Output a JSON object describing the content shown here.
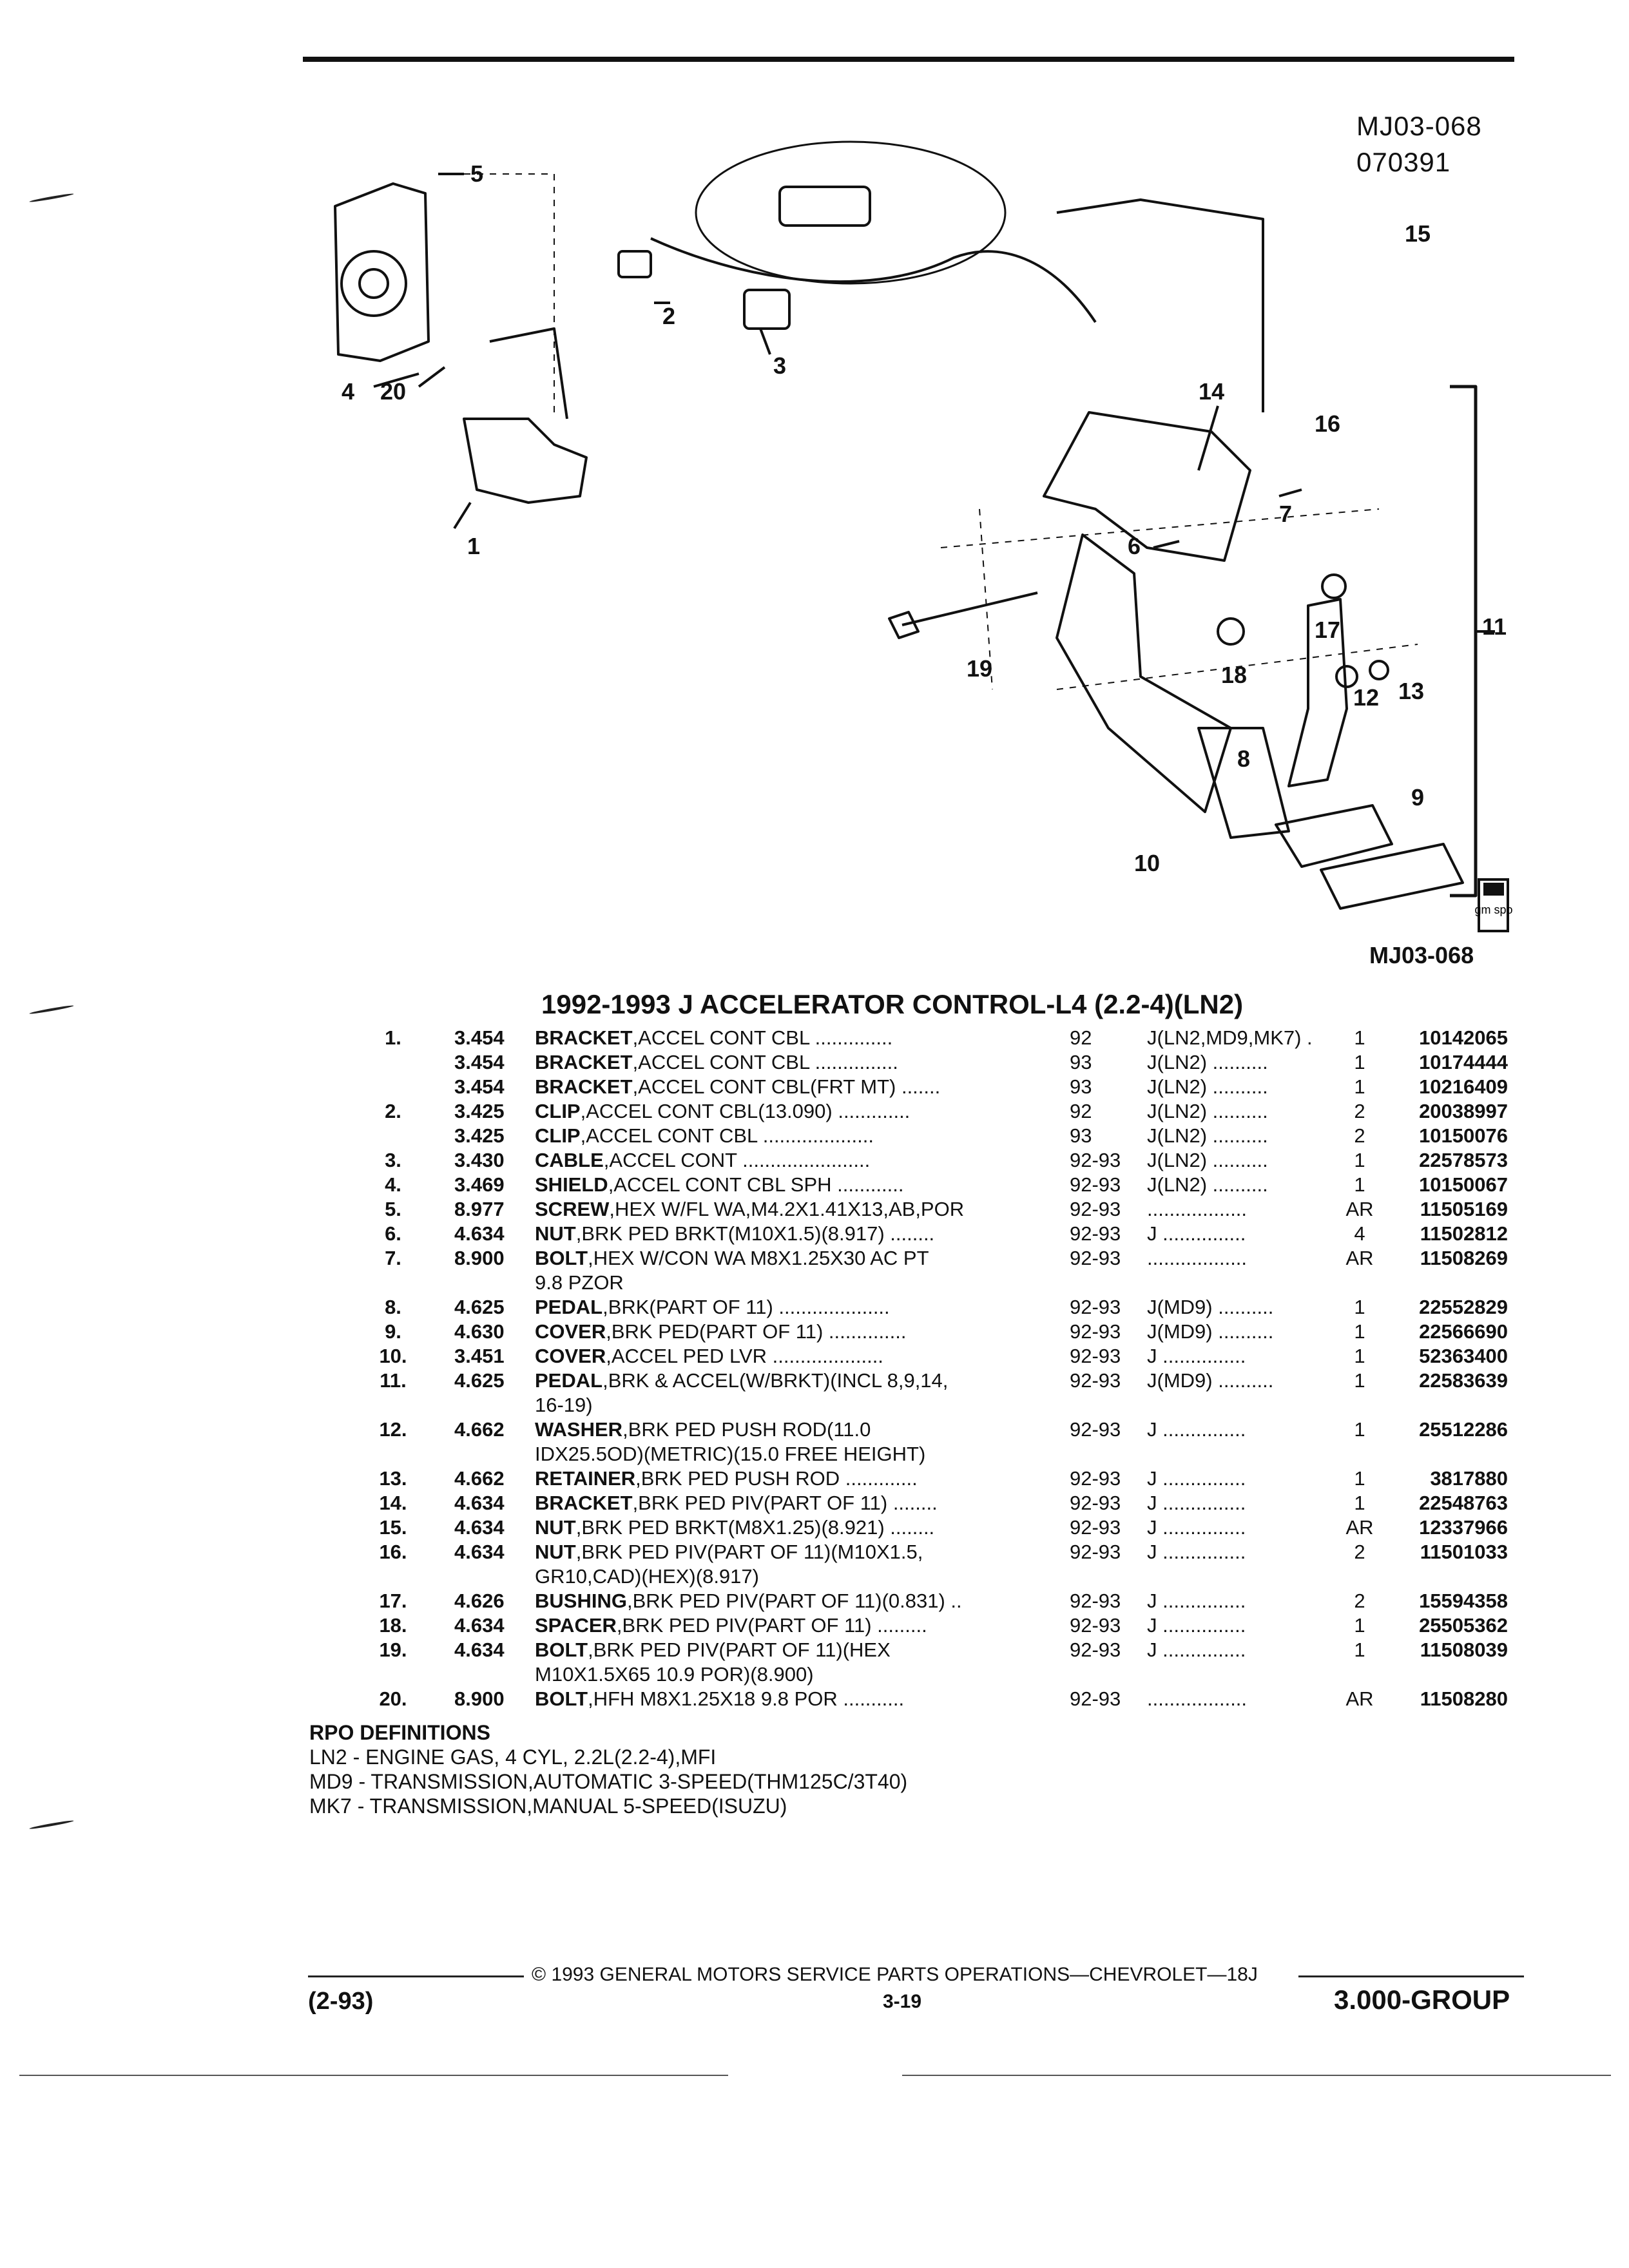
{
  "header": {
    "figure_code": "MJ03-068",
    "date_code": "070391"
  },
  "figure": {
    "code_below": "MJ03-068",
    "callouts": [
      "1",
      "2",
      "3",
      "4",
      "5",
      "6",
      "7",
      "8",
      "9",
      "10",
      "11",
      "12",
      "13",
      "14",
      "15",
      "16",
      "17",
      "18",
      "19",
      "20"
    ],
    "logo_text": "gm spo"
  },
  "title": "1992-1993 J ACCELERATOR CONTROL-L4 (2.2-4)(LN2)",
  "parts": [
    {
      "num": "1.",
      "grp": "3.454",
      "name": "BRACKET",
      "detail": ",ACCEL CONT CBL ..............",
      "year": "92",
      "rpo": "J(LN2,MD9,MK7)  .",
      "qty": "1",
      "pn": "10142065"
    },
    {
      "num": "",
      "grp": "3.454",
      "name": "BRACKET",
      "detail": ",ACCEL CONT CBL ...............",
      "year": "93",
      "rpo": "J(LN2) ..........",
      "qty": "1",
      "pn": "10174444"
    },
    {
      "num": "",
      "grp": "3.454",
      "name": "BRACKET",
      "detail": ",ACCEL CONT CBL(FRT MT) .......",
      "year": "93",
      "rpo": "J(LN2) ..........",
      "qty": "1",
      "pn": "10216409"
    },
    {
      "num": "2.",
      "grp": "3.425",
      "name": "CLIP",
      "detail": ",ACCEL CONT CBL(13.090) .............",
      "year": "92",
      "rpo": "J(LN2) ..........",
      "qty": "2",
      "pn": "20038997"
    },
    {
      "num": "",
      "grp": "3.425",
      "name": "CLIP",
      "detail": ",ACCEL CONT CBL ....................",
      "year": "93",
      "rpo": "J(LN2) ..........",
      "qty": "2",
      "pn": "10150076"
    },
    {
      "num": "3.",
      "grp": "3.430",
      "name": "CABLE",
      "detail": ",ACCEL CONT .......................",
      "year": "92-93",
      "rpo": "J(LN2) ..........",
      "qty": "1",
      "pn": "22578573"
    },
    {
      "num": "4.",
      "grp": "3.469",
      "name": "SHIELD",
      "detail": ",ACCEL CONT CBL SPH ............",
      "year": "92-93",
      "rpo": "J(LN2) ..........",
      "qty": "1",
      "pn": "10150067"
    },
    {
      "num": "5.",
      "grp": "8.977",
      "name": "SCREW",
      "detail": ",HEX W/FL WA,M4.2X1.41X13,AB,POR",
      "year": "92-93",
      "rpo": "..................",
      "qty": "AR",
      "pn": "11505169"
    },
    {
      "num": "6.",
      "grp": "4.634",
      "name": "NUT",
      "detail": ",BRK PED BRKT(M10X1.5)(8.917) ........",
      "year": "92-93",
      "rpo": "J ...............",
      "qty": "4",
      "pn": "11502812"
    },
    {
      "num": "7.",
      "grp": "8.900",
      "name": "BOLT",
      "detail": ",HEX W/CON WA M8X1.25X30 AC PT",
      "detail2": "9.8 PZOR",
      "year": "92-93",
      "rpo": "..................",
      "qty": "AR",
      "pn": "11508269"
    },
    {
      "num": "8.",
      "grp": "4.625",
      "name": "PEDAL",
      "detail": ",BRK(PART OF 11) ....................",
      "year": "92-93",
      "rpo": "J(MD9) ..........",
      "qty": "1",
      "pn": "22552829"
    },
    {
      "num": "9.",
      "grp": "4.630",
      "name": "COVER",
      "detail": ",BRK PED(PART OF 11) ..............",
      "year": "92-93",
      "rpo": "J(MD9) ..........",
      "qty": "1",
      "pn": "22566690"
    },
    {
      "num": "10.",
      "grp": "3.451",
      "name": "COVER",
      "detail": ",ACCEL PED LVR ....................",
      "year": "92-93",
      "rpo": "J ...............",
      "qty": "1",
      "pn": "52363400"
    },
    {
      "num": "11.",
      "grp": "4.625",
      "name": "PEDAL",
      "detail": ",BRK & ACCEL(W/BRKT)(INCL 8,9,14,",
      "detail2": "16-19)",
      "year": "92-93",
      "rpo": "J(MD9) ..........",
      "qty": "1",
      "pn": "22583639"
    },
    {
      "num": "12.",
      "grp": "4.662",
      "name": "WASHER",
      "detail": ",BRK PED PUSH ROD(11.0",
      "detail2": "IDX25.5OD)(METRIC)(15.0 FREE HEIGHT)",
      "year": "92-93",
      "rpo": "J ...............",
      "qty": "1",
      "pn": "25512286"
    },
    {
      "num": "13.",
      "grp": "4.662",
      "name": "RETAINER",
      "detail": ",BRK PED PUSH ROD .............",
      "year": "92-93",
      "rpo": "J ...............",
      "qty": "1",
      "pn": "3817880"
    },
    {
      "num": "14.",
      "grp": "4.634",
      "name": "BRACKET",
      "detail": ",BRK PED PIV(PART OF 11) ........",
      "year": "92-93",
      "rpo": "J ...............",
      "qty": "1",
      "pn": "22548763"
    },
    {
      "num": "15.",
      "grp": "4.634",
      "name": "NUT",
      "detail": ",BRK PED BRKT(M8X1.25)(8.921) ........",
      "year": "92-93",
      "rpo": "J ...............",
      "qty": "AR",
      "pn": "12337966"
    },
    {
      "num": "16.",
      "grp": "4.634",
      "name": "NUT",
      "detail": ",BRK PED PIV(PART OF 11)(M10X1.5,",
      "detail2": "GR10,CAD)(HEX)(8.917)",
      "year": "92-93",
      "rpo": "J ...............",
      "qty": "2",
      "pn": "11501033"
    },
    {
      "num": "17.",
      "grp": "4.626",
      "name": "BUSHING",
      "detail": ",BRK PED PIV(PART OF 11)(0.831) ..",
      "year": "92-93",
      "rpo": "J ...............",
      "qty": "2",
      "pn": "15594358"
    },
    {
      "num": "18.",
      "grp": "4.634",
      "name": "SPACER",
      "detail": ",BRK PED PIV(PART OF 11) .........",
      "year": "92-93",
      "rpo": "J ...............",
      "qty": "1",
      "pn": "25505362"
    },
    {
      "num": "19.",
      "grp": "4.634",
      "name": "BOLT",
      "detail": ",BRK PED PIV(PART OF 11)(HEX",
      "detail2": "M10X1.5X65 10.9 POR)(8.900)",
      "year": "92-93",
      "rpo": "J ...............",
      "qty": "1",
      "pn": "11508039"
    },
    {
      "num": "20.",
      "grp": "8.900",
      "name": "BOLT",
      "detail": ",HFH M8X1.25X18 9.8 POR ...........",
      "year": "92-93",
      "rpo": "..................",
      "qty": "AR",
      "pn": "11508280"
    }
  ],
  "rpo_definitions": {
    "heading": "RPO DEFINITIONS",
    "lines": [
      "LN2 - ENGINE GAS, 4 CYL, 2.2L(2.2-4),MFI",
      "MD9 - TRANSMISSION,AUTOMATIC 3-SPEED(THM125C/3T40)",
      "MK7 - TRANSMISSION,MANUAL 5-SPEED(ISUZU)"
    ]
  },
  "footer": {
    "copyright": "© 1993 GENERAL MOTORS SERVICE PARTS OPERATIONS—CHEVROLET—18J",
    "date": "(2-93)",
    "page": "3-19",
    "group": "3.000-GROUP"
  }
}
